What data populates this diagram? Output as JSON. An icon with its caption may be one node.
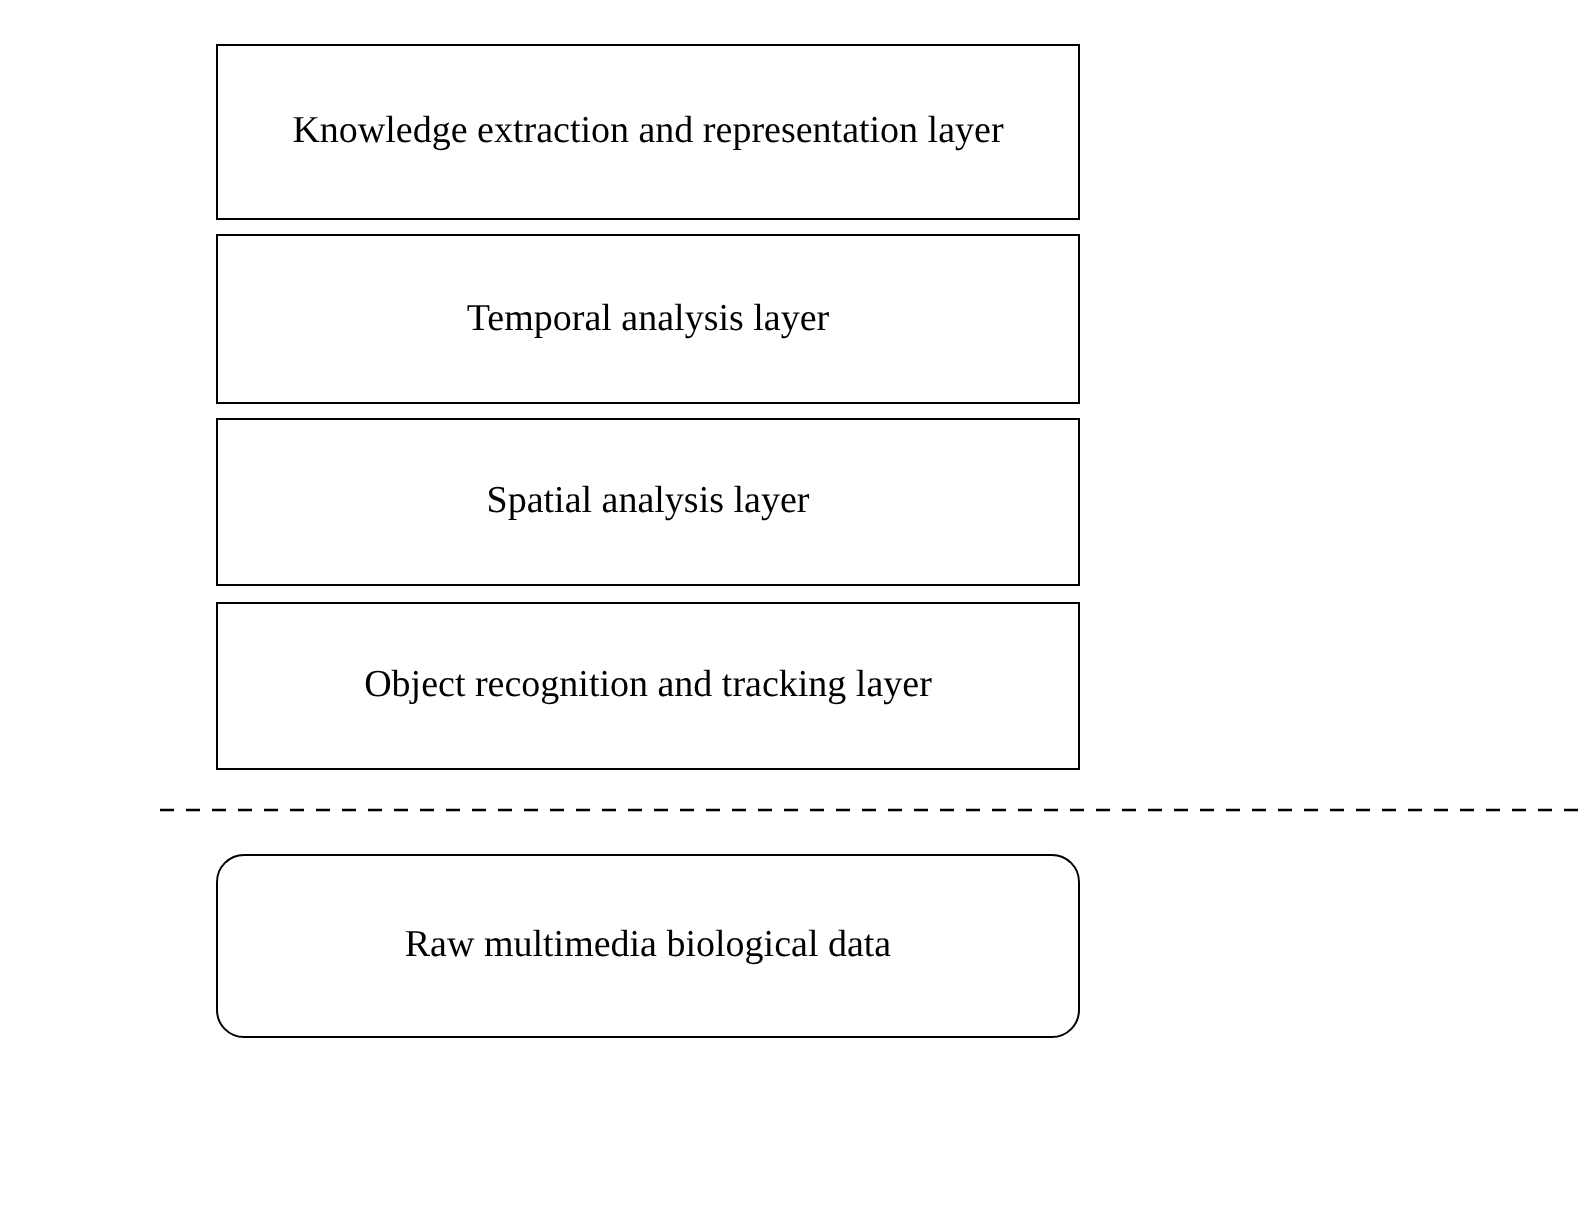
{
  "diagram": {
    "nodes": [
      {
        "text": [
          "Knowledge extraction and representation layer"
        ]
      },
      {
        "text": [
          "Temporal analysis layer"
        ]
      },
      {
        "text": [
          "Spatial analysis layer"
        ]
      },
      {
        "text": [
          "Object recognition and tracking layer"
        ]
      },
      {
        "text": [
          "Raw multimedia biological data"
        ]
      }
    ],
    "edges": []
  }
}
